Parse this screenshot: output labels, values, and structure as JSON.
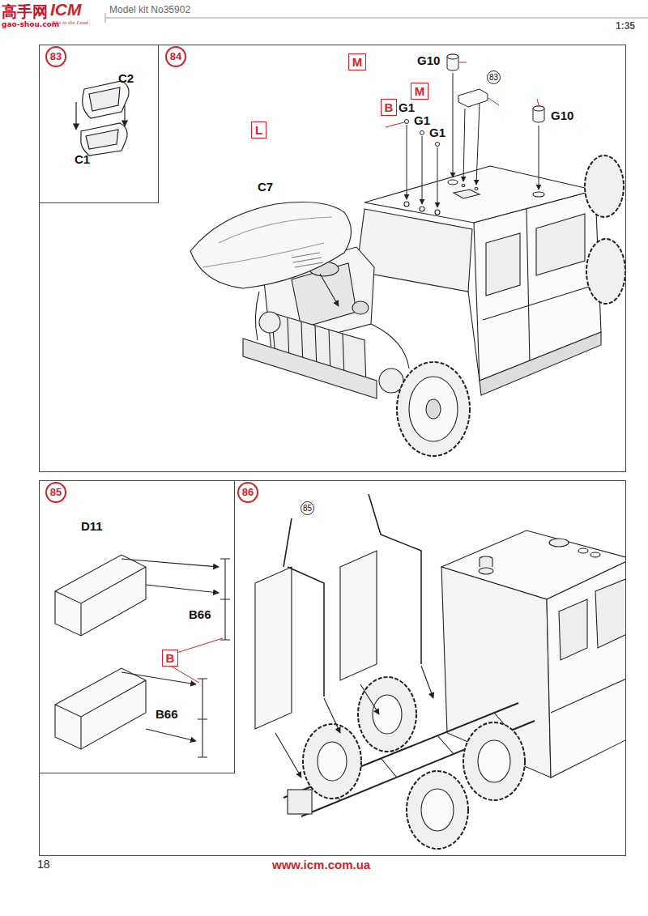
{
  "diagram": {
    "nodes": [
      {
        "text": [
          "83"
        ]
      },
      {
        "text": [
          "84"
        ]
      },
      {
        "text": [
          "M"
        ],
        "in": 1
      },
      {
        "text": [
          "B"
        ],
        "in": 1
      },
      {
        "text": [
          "M"
        ],
        "in": 1
      },
      {
        "text": [
          "L"
        ],
        "in": 1
      },
      {
        "text": [
          "85"
        ]
      },
      {
        "text": [
          "B"
        ],
        "in": 6
      },
      {
        "text": [
          "86"
        ]
      }
    ],
    "labels": [
      "高手网",
      "gao-shou.com",
      "ICM",
      "Kits in the Lead",
      "Model kit No35902",
      "1:35",
      "C2",
      "C1",
      "C7",
      "G10",
      "83",
      "G1",
      "G1",
      "G1",
      "G10",
      "D11",
      "B66",
      "B66",
      "85",
      "18",
      "www.icm.com.ua"
    ]
  }
}
